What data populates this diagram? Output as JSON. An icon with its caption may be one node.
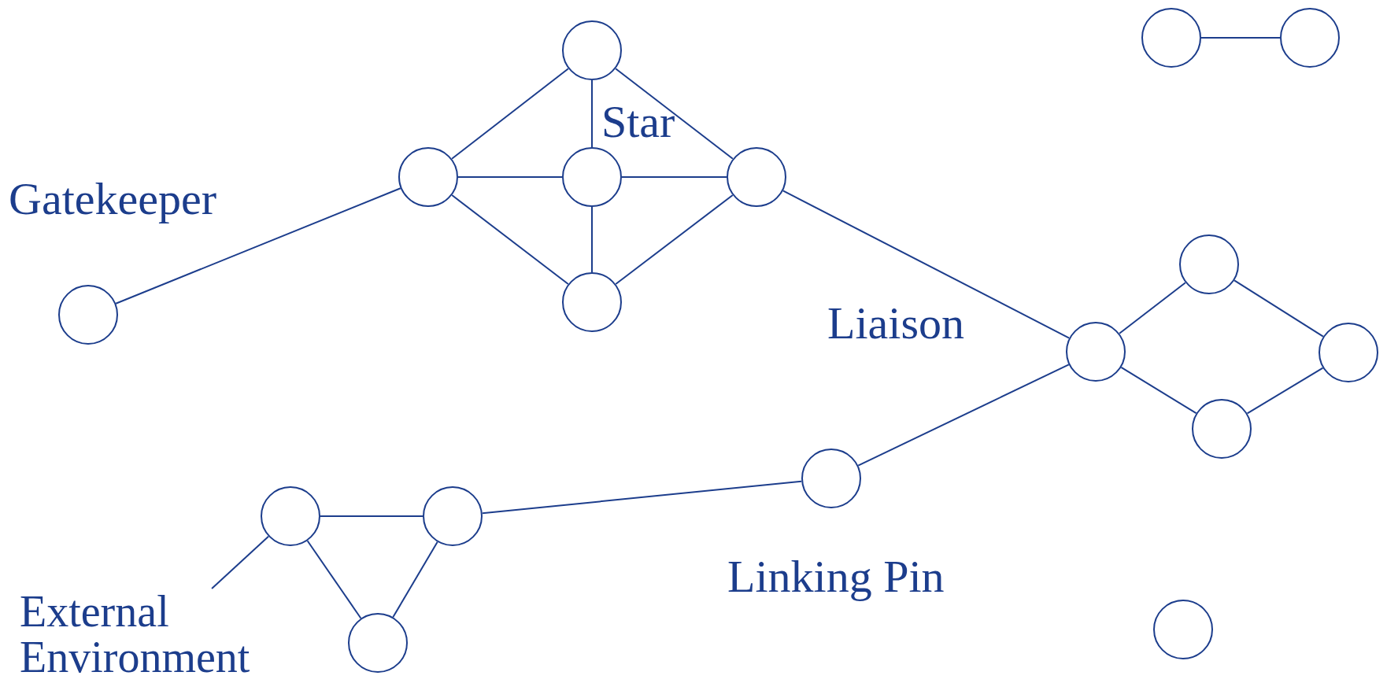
{
  "diagram": {
    "nodes": [
      {
        "text": [],
        "shape": "circle"
      },
      {
        "text": [],
        "shape": "circle"
      },
      {
        "text": [],
        "shape": "circle"
      },
      {
        "text": [],
        "shape": "circle"
      },
      {
        "text": [],
        "shape": "circle"
      },
      {
        "text": [],
        "shape": "circle"
      },
      {
        "text": [],
        "shape": "circle"
      },
      {
        "text": [],
        "shape": "circle"
      },
      {
        "text": [],
        "shape": "circle"
      },
      {
        "text": [],
        "shape": "circle"
      },
      {
        "text": [],
        "shape": "circle"
      },
      {
        "text": [],
        "shape": "circle"
      },
      {
        "text": [],
        "shape": "circle"
      },
      {
        "text": [],
        "shape": "circle"
      },
      {
        "text": [],
        "shape": "circle"
      },
      {
        "text": [],
        "shape": "circle"
      },
      {
        "text": [],
        "shape": "circle"
      },
      {
        "text": [
          "External Environment"
        ]
      }
    ],
    "edges": [
      {
        "from": 1,
        "to": 0,
        "arrow": "none"
      },
      {
        "from": 0,
        "to": 2,
        "arrow": "none"
      },
      {
        "from": 0,
        "to": 3,
        "arrow": "none"
      },
      {
        "from": 1,
        "to": 2,
        "arrow": "none"
      },
      {
        "from": 2,
        "to": 3,
        "arrow": "none"
      },
      {
        "from": 1,
        "to": 4,
        "arrow": "none"
      },
      {
        "from": 2,
        "to": 4,
        "arrow": "none"
      },
      {
        "from": 3,
        "to": 4,
        "arrow": "none"
      },
      {
        "from": 5,
        "to": 1,
        "arrow": "none"
      },
      {
        "from": 6,
        "to": 7,
        "arrow": "none"
      },
      {
        "from": 3,
        "to": 8,
        "arrow": "none"
      },
      {
        "from": 8,
        "to": 9,
        "arrow": "none"
      },
      {
        "from": 9,
        "to": 10,
        "arrow": "none"
      },
      {
        "from": 8,
        "to": 11,
        "arrow": "none"
      },
      {
        "from": 11,
        "to": 10,
        "arrow": "none"
      },
      {
        "from": 12,
        "to": 8,
        "arrow": "none"
      },
      {
        "from": 14,
        "to": 12,
        "arrow": "none"
      },
      {
        "from": 13,
        "to": 14,
        "arrow": "none"
      },
      {
        "from": 13,
        "to": 15,
        "arrow": "none"
      },
      {
        "from": 14,
        "to": 15,
        "arrow": "none"
      },
      {
        "from": 17,
        "to": 13,
        "arrow": "none"
      }
    ],
    "labels": [
      "Star",
      "Gatekeeper",
      "Liaison",
      "Linking Pin"
    ]
  }
}
